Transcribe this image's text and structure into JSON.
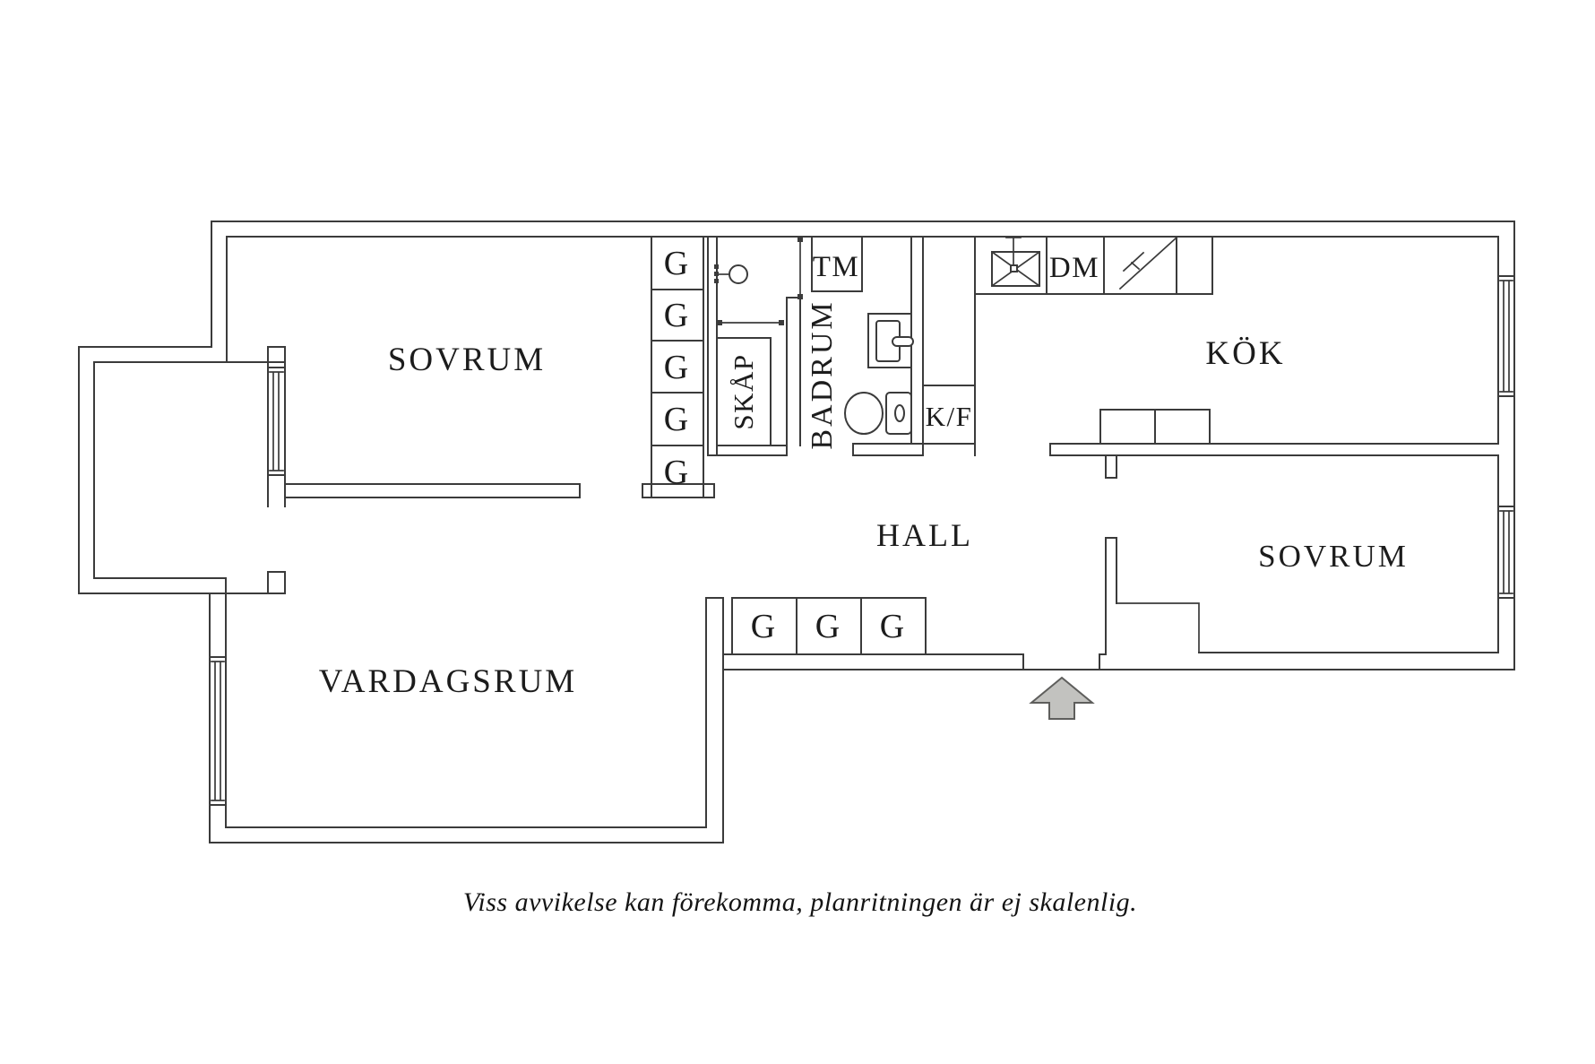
{
  "plan": {
    "rooms": {
      "bedroom1": "SOVRUM",
      "living_room": "VARDAGSRUM",
      "hall": "HALL",
      "bathroom": "BADRUM",
      "closet": "SKÅP",
      "kitchen": "KÖK",
      "bedroom2": "SOVRUM"
    },
    "appliances": {
      "washing_machine": "TM",
      "dishwasher": "DM",
      "fridge_freezer": "K/F"
    },
    "wardrobe_label": "G",
    "wardrobe_counts": {
      "bedroom_column": 5,
      "hall_row": 3
    }
  },
  "caption": "Viss avvikelse kan förekomma, planritningen är ej skalenlig.",
  "colors": {
    "line": "#3b3b3b",
    "label": "#1c1c1c",
    "arrow_fill": "#c2c2bf",
    "arrow_stroke": "#5e5e5c",
    "background": "#ffffff"
  }
}
